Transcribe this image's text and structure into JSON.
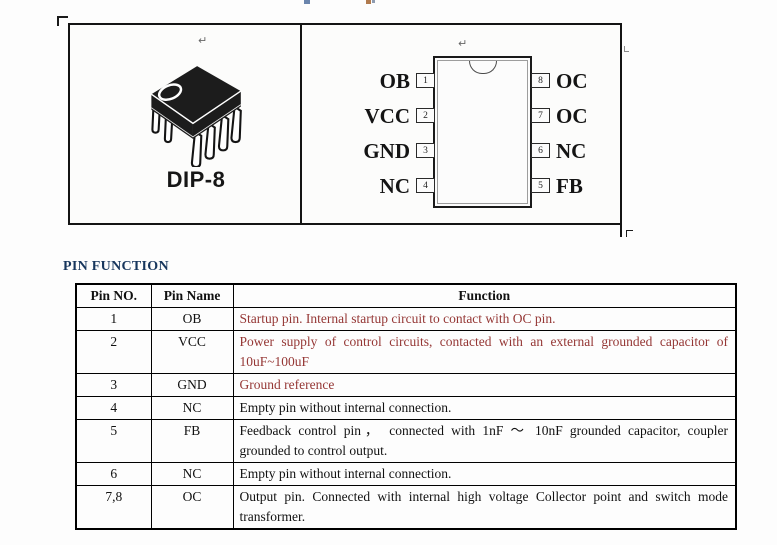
{
  "panels": {
    "package": {
      "label": "DIP-8",
      "return_mark": "↵"
    },
    "pinout": {
      "return_mark": "↵",
      "left_pins": [
        {
          "number": "1",
          "label": "OB"
        },
        {
          "number": "2",
          "label": "VCC"
        },
        {
          "number": "3",
          "label": "GND"
        },
        {
          "number": "4",
          "label": "NC"
        }
      ],
      "right_pins": [
        {
          "number": "8",
          "label": "OC"
        },
        {
          "number": "7",
          "label": "OC"
        },
        {
          "number": "6",
          "label": "NC"
        },
        {
          "number": "5",
          "label": "FB"
        }
      ]
    }
  },
  "pin_function": {
    "title": "PIN FUNCTION",
    "headers": {
      "no": "Pin NO.",
      "name": "Pin Name",
      "function": "Function"
    },
    "rows": [
      {
        "no": "1",
        "name": "OB",
        "function": "Startup pin. Internal startup circuit to contact with OC pin.",
        "highlight": true,
        "two_line": false
      },
      {
        "no": "2",
        "name": "VCC",
        "function": "Power supply of control circuits, contacted with an external grounded capacitor of 10uF~100uF",
        "highlight": true,
        "two_line": true
      },
      {
        "no": "3",
        "name": "GND",
        "function": "Ground reference",
        "highlight": true,
        "two_line": false
      },
      {
        "no": "4",
        "name": "NC",
        "function": "Empty pin without internal connection.",
        "highlight": false,
        "two_line": false
      },
      {
        "no": "5",
        "name": "FB",
        "function": "Feedback control pin， connected with 1nF ～ 10nF grounded capacitor, coupler grounded to control output.",
        "highlight": false,
        "two_line": true
      },
      {
        "no": "6",
        "name": "NC",
        "function": "Empty pin without internal connection.",
        "highlight": false,
        "two_line": false
      },
      {
        "no": "7,8",
        "name": "OC",
        "function": "Output pin. Connected with internal high voltage Collector point and switch mode transformer.",
        "highlight": false,
        "two_line": true
      }
    ],
    "colors": {
      "highlight_text": "#953735",
      "title_text": "#17365d"
    }
  }
}
